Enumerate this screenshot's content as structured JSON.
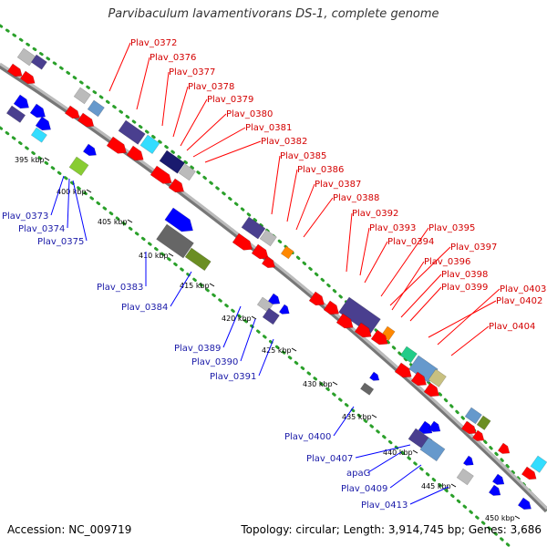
{
  "title": "Parvibaculum lavamentivorans DS-1, complete genome",
  "footer": {
    "accession": "Accession: NC_009719",
    "summary": "Topology: circular; Length: 3,914,745 bp; Genes: 3,686"
  },
  "colors": {
    "forward_gene": "#ff0000",
    "reverse_gene": "#0000ff",
    "forward_label": "#d40000",
    "reverse_label": "#1a1aa8",
    "backbone": "#888888",
    "guide_dots": "#2aa02a",
    "category_purple": "#4a3f8f",
    "category_navy": "#1a1a6e",
    "category_cyan": "#33ddff",
    "category_lightblue": "#6699cc",
    "category_gray": "#bbbbbb",
    "category_darkgray": "#666666",
    "category_green": "#88cc33",
    "category_olive": "#6b8e23",
    "category_orange": "#ff8800",
    "category_teal": "#22cc88",
    "category_khaki": "#c8c080"
  },
  "ticks": [
    "395 kbp",
    "400 kbp",
    "405 kbp",
    "410 kbp",
    "415 kbp",
    "420 kbp",
    "425 kbp",
    "430 kbp",
    "435 kbp",
    "440 kbp",
    "445 kbp",
    "450 kbp"
  ],
  "forward_labels": [
    "Plav_0372",
    "Plav_0376",
    "Plav_0377",
    "Plav_0378",
    "Plav_0379",
    "Plav_0380",
    "Plav_0381",
    "Plav_0382",
    "Plav_0385",
    "Plav_0386",
    "Plav_0387",
    "Plav_0388",
    "Plav_0392",
    "Plav_0393",
    "Plav_0395",
    "Plav_0394",
    "Plav_0397",
    "Plav_0396",
    "Plav_0398",
    "Plav_0399",
    "Plav_0403",
    "Plav_0402",
    "Plav_0404"
  ],
  "reverse_labels": [
    "Plav_0373",
    "Plav_0374",
    "Plav_0375",
    "Plav_0383",
    "Plav_0384",
    "Plav_0389",
    "Plav_0390",
    "Plav_0391",
    "Plav_0400",
    "Plav_0407",
    "apaG",
    "Plav_0409",
    "Plav_0413"
  ]
}
